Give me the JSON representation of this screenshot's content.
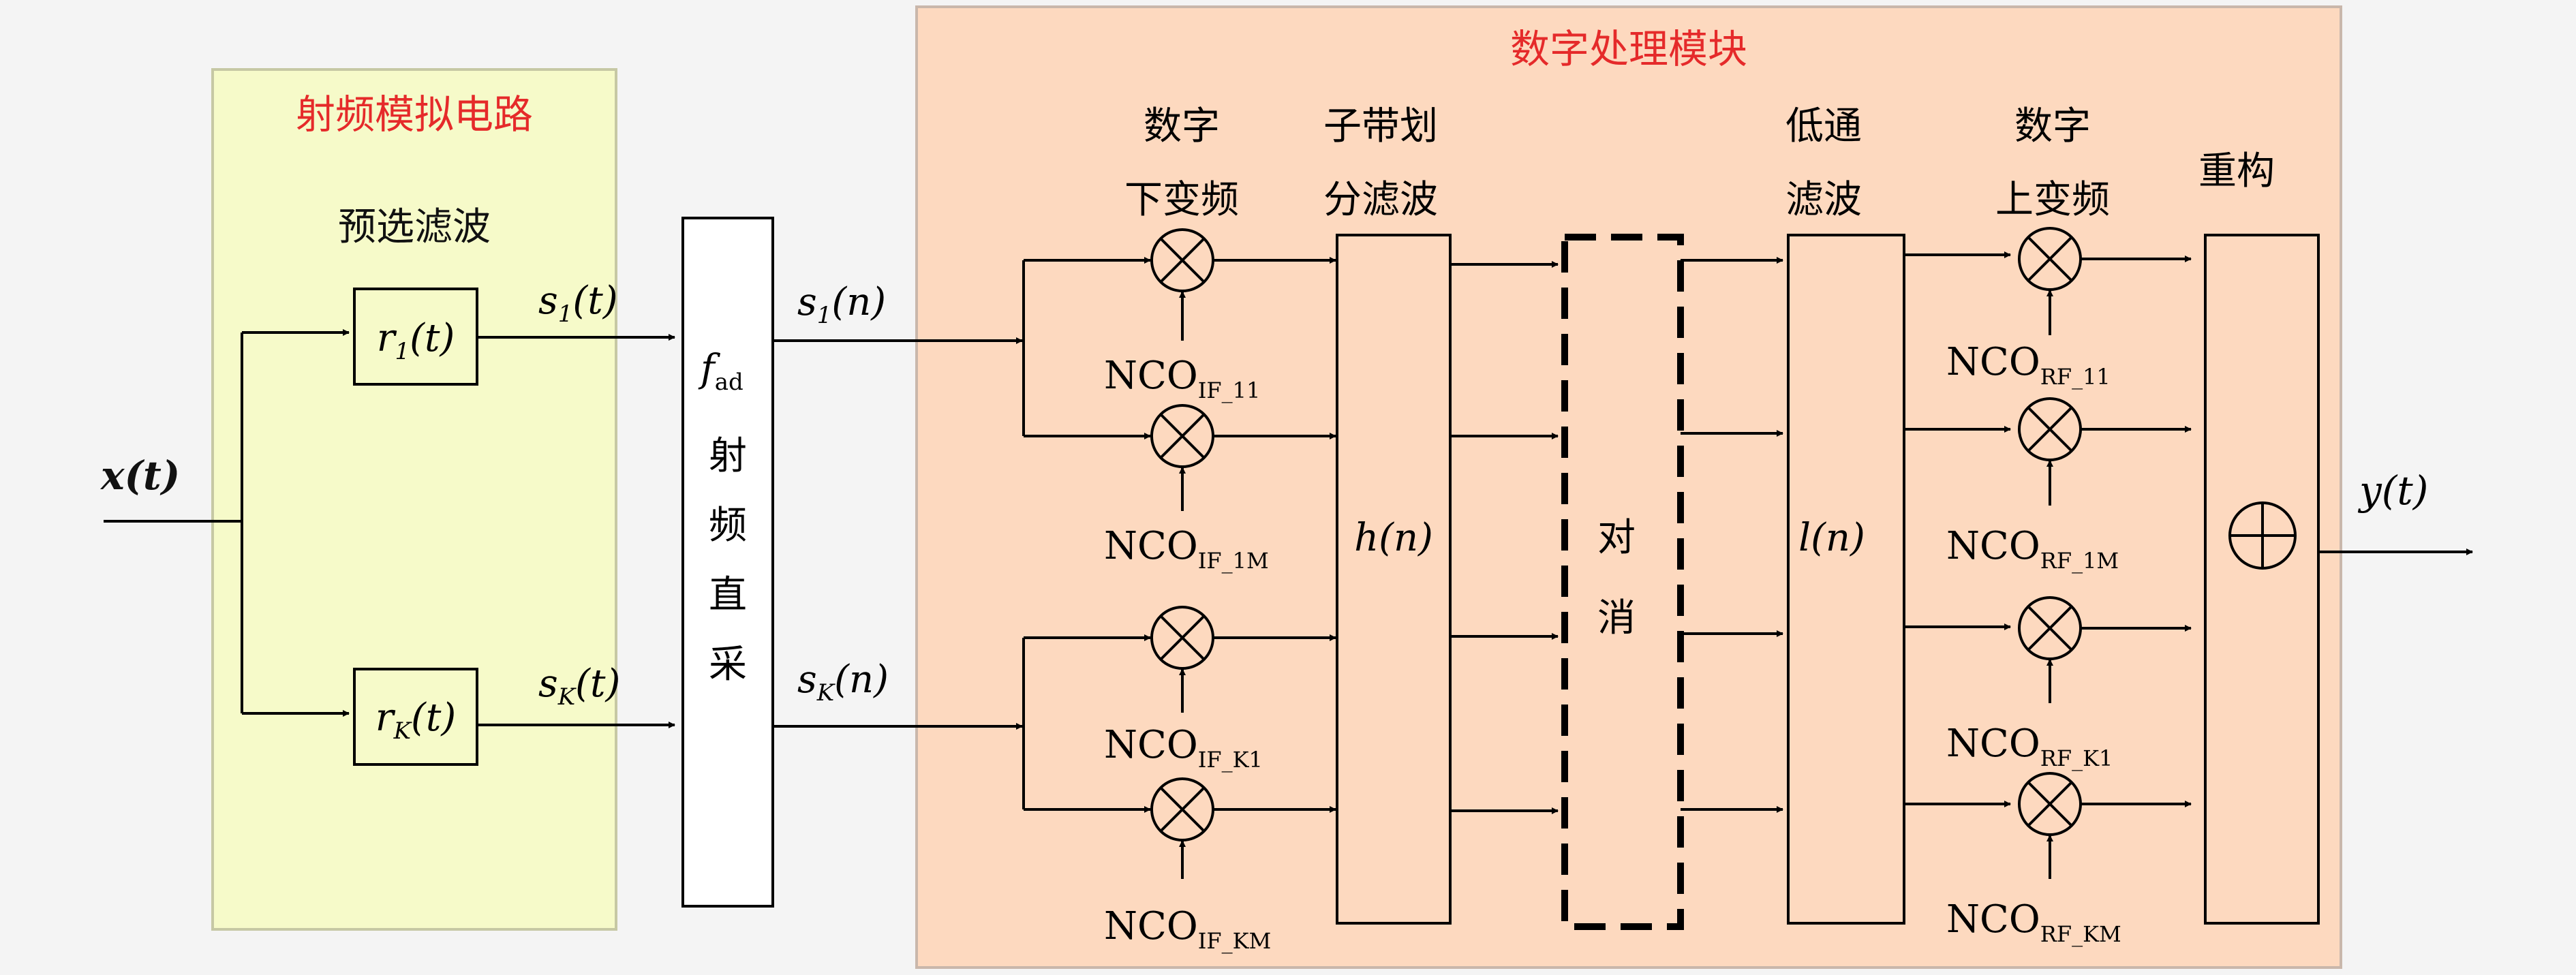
{
  "rf_region": {
    "title": "射频模拟电路",
    "prefilter_label": "预选滤波"
  },
  "dsp_region": {
    "title": "数字处理模块"
  },
  "input": {
    "label": "x(t)"
  },
  "output": {
    "label": "y(t)"
  },
  "filters": [
    {
      "label_main": "r",
      "label_sub": "1",
      "label_rest": "(t)",
      "signal_main": "s",
      "signal_sub": "1",
      "signal_rest": "(t)"
    },
    {
      "label_main": "r",
      "label_sub": "K",
      "label_rest": "(t)",
      "signal_main": "s",
      "signal_sub": "K",
      "signal_rest": "(t)"
    }
  ],
  "adc": {
    "fad_main": "f",
    "fad_sub": "ad",
    "text_lines": [
      "射",
      "频",
      "直",
      "采"
    ]
  },
  "digital_signals": [
    {
      "main": "s",
      "sub": "1",
      "rest": "(n)"
    },
    {
      "main": "s",
      "sub": "K",
      "rest": "(n)"
    }
  ],
  "stage_labels": {
    "downconvert": [
      "数字",
      "下变频"
    ],
    "subband": [
      "子带划",
      "分滤波"
    ],
    "lowpass": [
      "低通",
      "滤波"
    ],
    "upconvert": [
      "数字",
      "上变频"
    ],
    "reconstruct": "重构"
  },
  "nco_down": [
    {
      "main": "NCO",
      "sub": "IF_11"
    },
    {
      "main": "NCO",
      "sub": "IF_1M"
    },
    {
      "main": "NCO",
      "sub": "IF_K1"
    },
    {
      "main": "NCO",
      "sub": "IF_KM"
    }
  ],
  "nco_up": [
    {
      "main": "NCO",
      "sub": "RF_11"
    },
    {
      "main": "NCO",
      "sub": "RF_1M"
    },
    {
      "main": "NCO",
      "sub": "RF_K1"
    },
    {
      "main": "NCO",
      "sub": "RF_KM"
    }
  ],
  "blocks": {
    "subband_filter": "h(n)",
    "cancel": [
      "对",
      "消"
    ],
    "lowpass_filter": "l(n)",
    "sum_symbol": "⊕"
  },
  "colors": {
    "rf_fill": "#f6fac9",
    "rf_border": "#c6c8a4",
    "dsp_fill": "#fdd9bf",
    "dsp_border": "#c9b7ab",
    "title_red": "#e52a2a",
    "line": "#000000"
  }
}
